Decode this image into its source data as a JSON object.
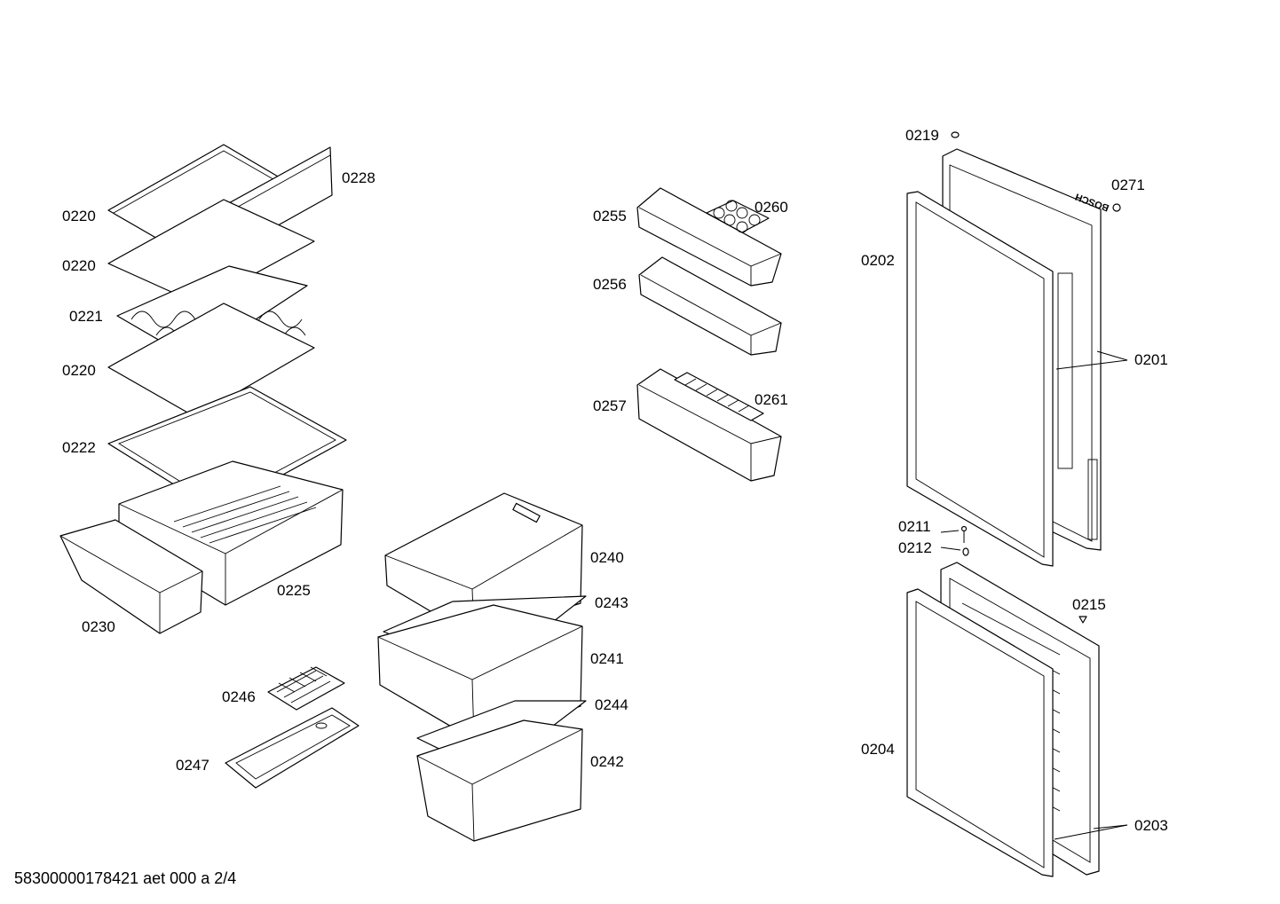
{
  "labels": {
    "p0220a": "0220",
    "p0220b": "0220",
    "p0221": "0221",
    "p0220c": "0220",
    "p0222": "0222",
    "p0228": "0228",
    "p0225": "0225",
    "p0230": "0230",
    "p0240": "0240",
    "p0243": "0243",
    "p0241": "0241",
    "p0244": "0244",
    "p0242": "0242",
    "p0246": "0246",
    "p0247": "0247",
    "p0255": "0255",
    "p0260": "0260",
    "p0256": "0256",
    "p0257": "0257",
    "p0261": "0261",
    "p0219": "0219",
    "p0271": "0271",
    "p0202": "0202",
    "p0201": "0201",
    "p0211": "0211",
    "p0212": "0212",
    "p0215": "0215",
    "p0204": "0204",
    "p0203": "0203"
  },
  "logo_text": "BOSCH",
  "footer": "58300000178421 aet 000 a 2/4"
}
